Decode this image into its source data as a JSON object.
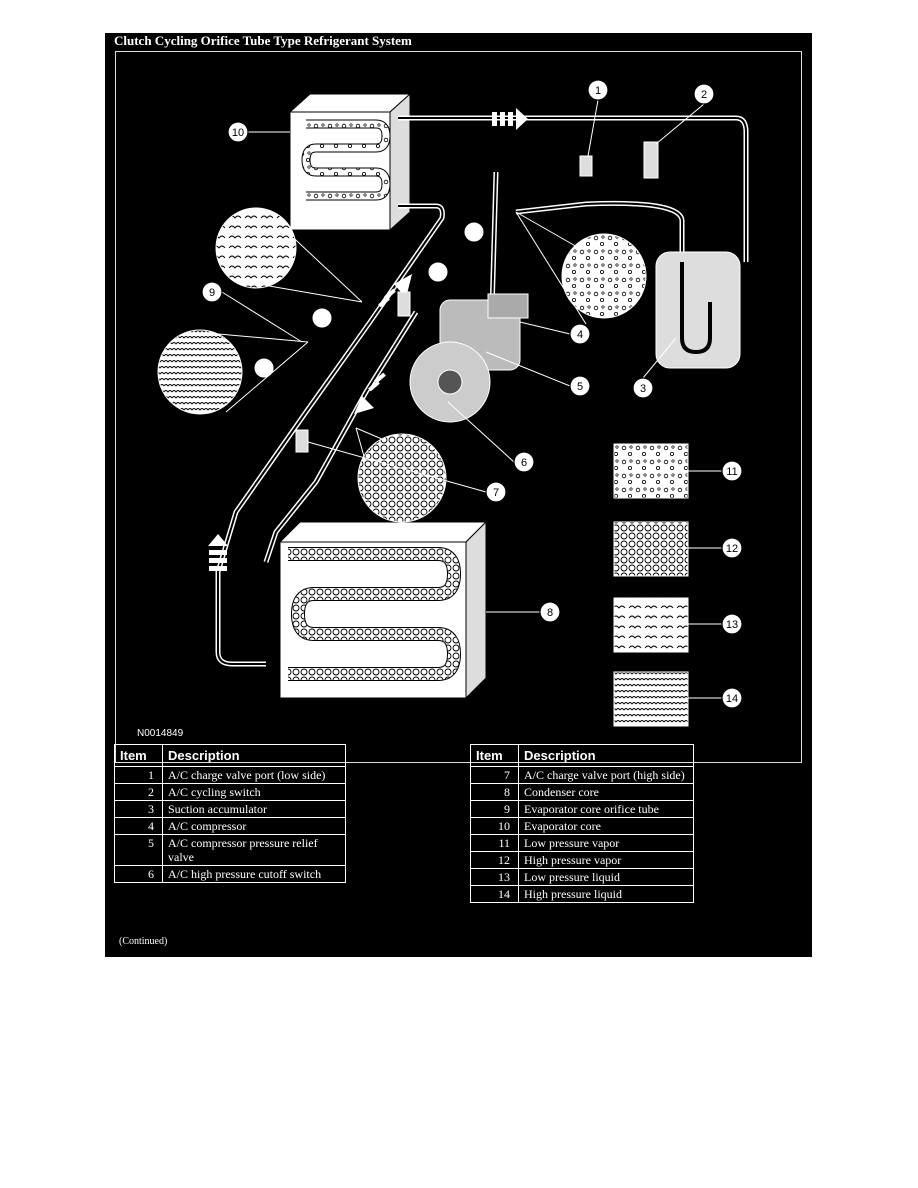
{
  "title": "Clutch Cycling Orifice Tube Type Refrigerant System",
  "figure_id": "N0014849",
  "callouts": [
    "1",
    "2",
    "3",
    "4",
    "5",
    "6",
    "7",
    "8",
    "9",
    "10",
    "11",
    "12",
    "13",
    "14"
  ],
  "table_headers": {
    "item": "Item",
    "description": "Description"
  },
  "items_left": [
    {
      "num": "1",
      "desc": "A/C charge valve port (low side)"
    },
    {
      "num": "2",
      "desc": "A/C cycling switch"
    },
    {
      "num": "3",
      "desc": "Suction accumulator"
    },
    {
      "num": "4",
      "desc": "A/C compressor"
    },
    {
      "num": "5",
      "desc": "A/C compressor pressure relief valve"
    },
    {
      "num": "6",
      "desc": "A/C high pressure cutoff switch"
    }
  ],
  "items_right": [
    {
      "num": "7",
      "desc": "A/C charge valve port (high side)"
    },
    {
      "num": "8",
      "desc": "Condenser core"
    },
    {
      "num": "9",
      "desc": "Evaporator core orifice tube"
    },
    {
      "num": "10",
      "desc": "Evaporator core"
    },
    {
      "num": "11",
      "desc": "Low pressure vapor"
    },
    {
      "num": "12",
      "desc": "High pressure vapor"
    },
    {
      "num": "13",
      "desc": "Low pressure liquid"
    },
    {
      "num": "14",
      "desc": "High pressure liquid"
    }
  ],
  "continued": "(Continued)",
  "colors": {
    "background": "#000000",
    "foreground": "#ffffff"
  }
}
